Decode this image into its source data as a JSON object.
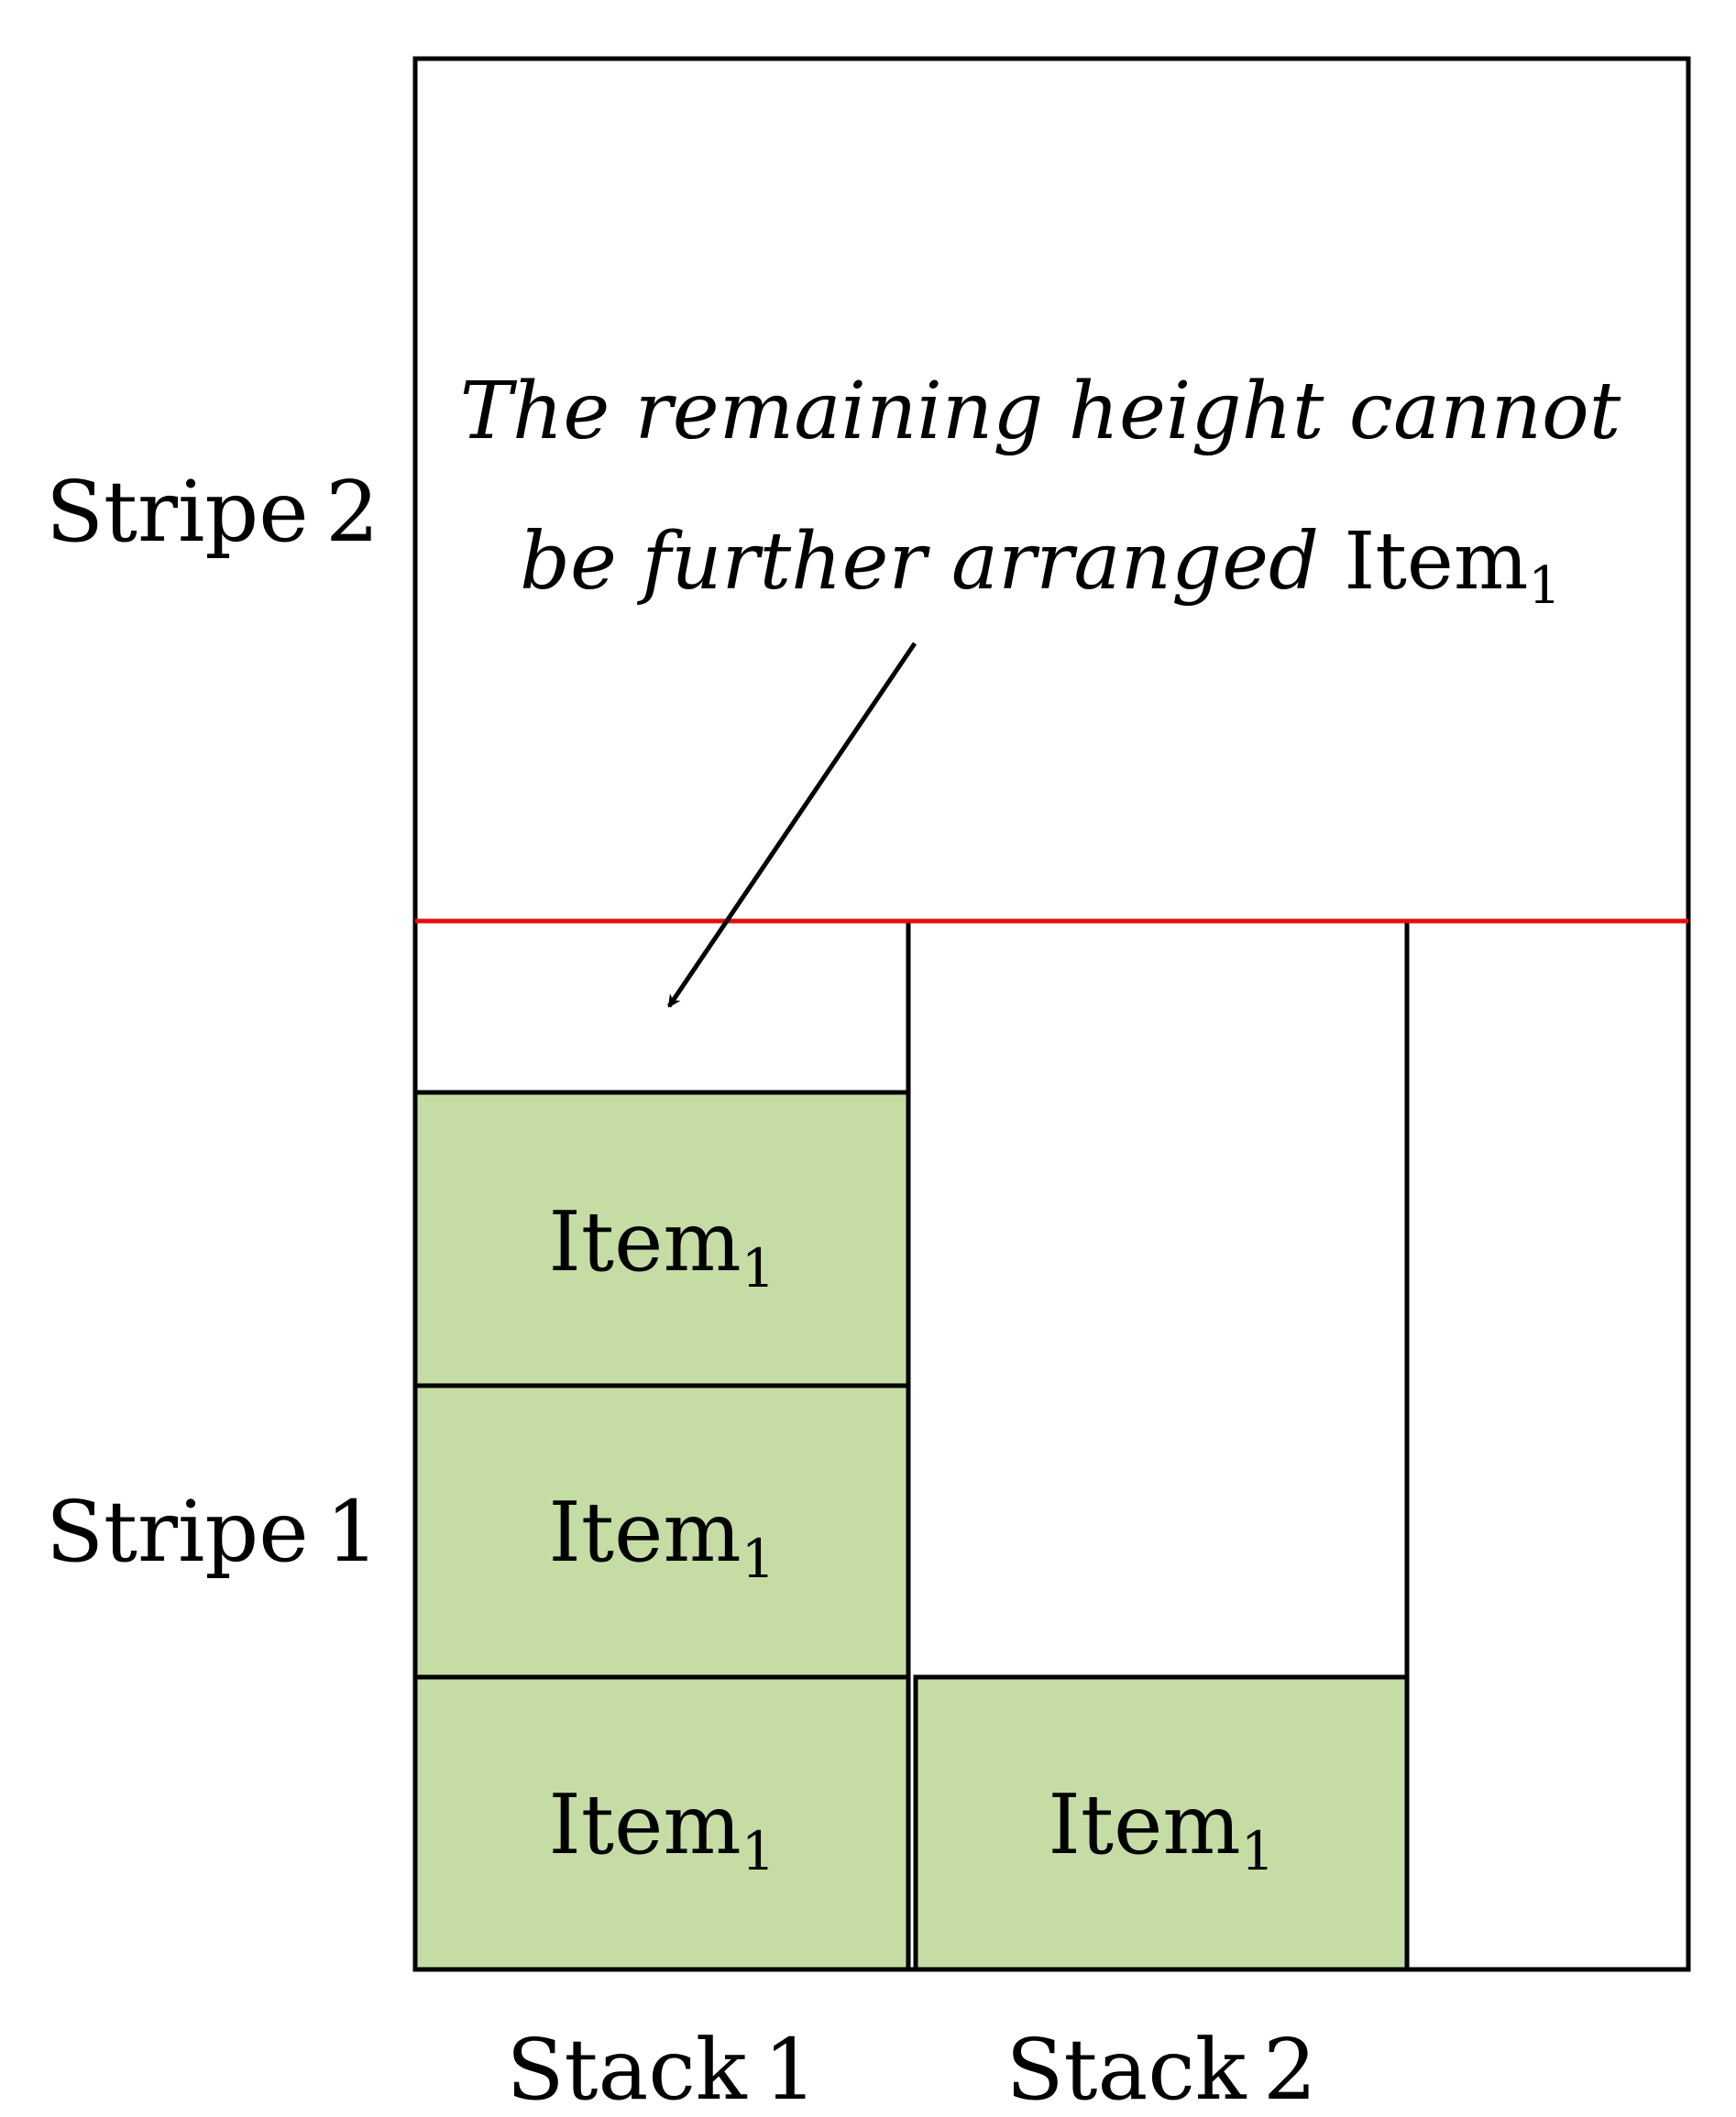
{
  "stripes": [
    {
      "label": "Stripe 2"
    },
    {
      "label": "Stripe 1"
    }
  ],
  "stacks": [
    {
      "label": "Stack 1"
    },
    {
      "label": "Stack 2"
    }
  ],
  "items": [
    {
      "name": "Item",
      "sub": "1",
      "stack": 1,
      "level": 3
    },
    {
      "name": "Item",
      "sub": "1",
      "stack": 1,
      "level": 2
    },
    {
      "name": "Item",
      "sub": "1",
      "stack": 1,
      "level": 1
    },
    {
      "name": "Item",
      "sub": "1",
      "stack": 2,
      "level": 1
    }
  ],
  "annotation": {
    "line1": "The remaining height cannot",
    "line2": "be further arranged",
    "item_name": "Item",
    "item_sub": "1"
  },
  "colors": {
    "item_fill": "#c5dda5",
    "stripe_boundary": "#e01010",
    "outline": "#000000"
  }
}
